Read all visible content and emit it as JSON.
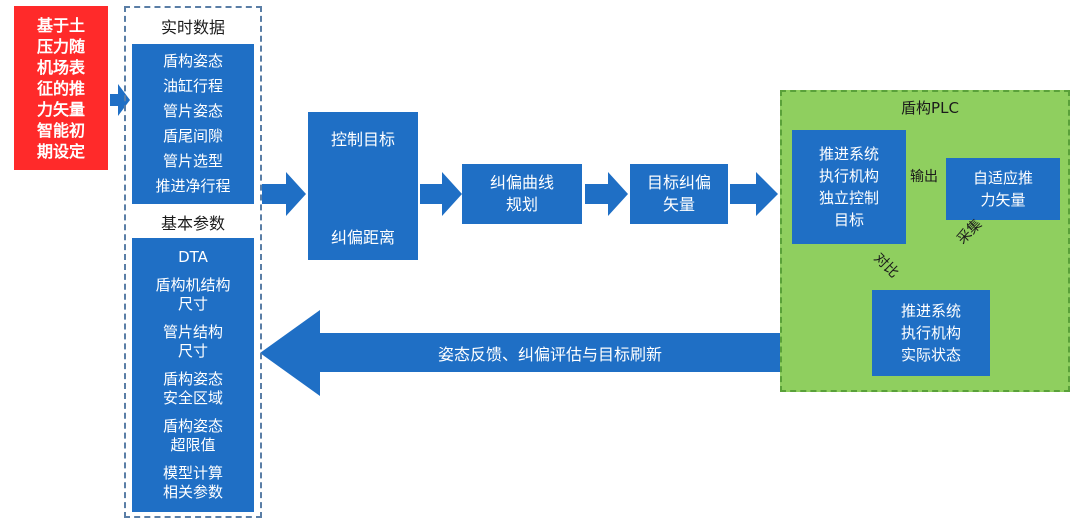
{
  "initial_box": {
    "lines": [
      "基于土",
      "压力随",
      "机场表",
      "征的推",
      "力矢量",
      "智能初",
      "期设定"
    ]
  },
  "realtime": {
    "title": "实时数据",
    "items": [
      "盾构姿态",
      "油缸行程",
      "管片姿态",
      "盾尾间隙",
      "管片选型",
      "推进净行程"
    ]
  },
  "basic": {
    "title": "基本参数",
    "items": [
      [
        "DTA"
      ],
      [
        "盾构机结构",
        "尺寸"
      ],
      [
        "管片结构",
        "尺寸"
      ],
      [
        "盾构姿态",
        "安全区域"
      ],
      [
        "盾构姿态",
        "超限值"
      ],
      [
        "模型计算",
        "相关参数"
      ]
    ]
  },
  "control": {
    "top": "控制目标",
    "bottom": "纠偏距离"
  },
  "curve": {
    "lines": [
      "纠偏曲线",
      "规划"
    ]
  },
  "target_vec": {
    "lines": [
      "目标纠偏",
      "矢量"
    ]
  },
  "plc": {
    "title": "盾构PLC",
    "independent": [
      "推进系统",
      "执行机构",
      "独立控制",
      "目标"
    ],
    "adaptive": [
      "自适应推",
      "力矢量"
    ],
    "actual": [
      "推进系统",
      "执行机构",
      "实际状态"
    ],
    "label_output": "输出",
    "label_collect": "采集",
    "label_compare": "对比"
  },
  "feedback": {
    "label": "姿态反馈、纠偏评估与目标刷新"
  },
  "colors": {
    "box_blue": "#1f6fc5",
    "initial_red": "#ff2a2a",
    "plc_green": "#8fcf5f"
  }
}
